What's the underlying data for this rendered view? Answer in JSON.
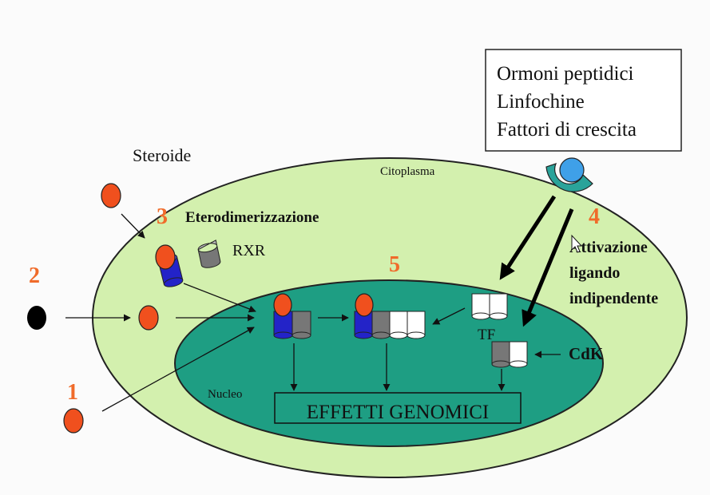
{
  "diagram": {
    "labels": {
      "steroid": "Steroide",
      "cytoplasm": "Citoplasma",
      "nucleus": "Nucleo",
      "heterodimerization": "Eterodimerizzazione",
      "rxr": "RXR",
      "tf": "TF",
      "cdk": "CdK",
      "genomic_effects": "EFFETTI GENOMICI",
      "activation_line1": "Attivazione",
      "activation_line2": "ligando",
      "activation_line3": "indipendente"
    },
    "step_numbers": {
      "one": "1",
      "two": "2",
      "three": "3",
      "four": "4",
      "five": "5"
    },
    "ligand_box": {
      "line1": "Ormoni peptidici",
      "line2": "Linfochine",
      "line3": "Fattori di crescita"
    }
  },
  "colors": {
    "cytoplasm": "#d3f0ae",
    "nucleus": "#1e9e83",
    "steroid": "#f0501e",
    "receptor_blue": "#2323c8",
    "receptor_gray": "#777777",
    "membrane_receptor": "#2aa39a",
    "step_number": "#f06b2a"
  }
}
